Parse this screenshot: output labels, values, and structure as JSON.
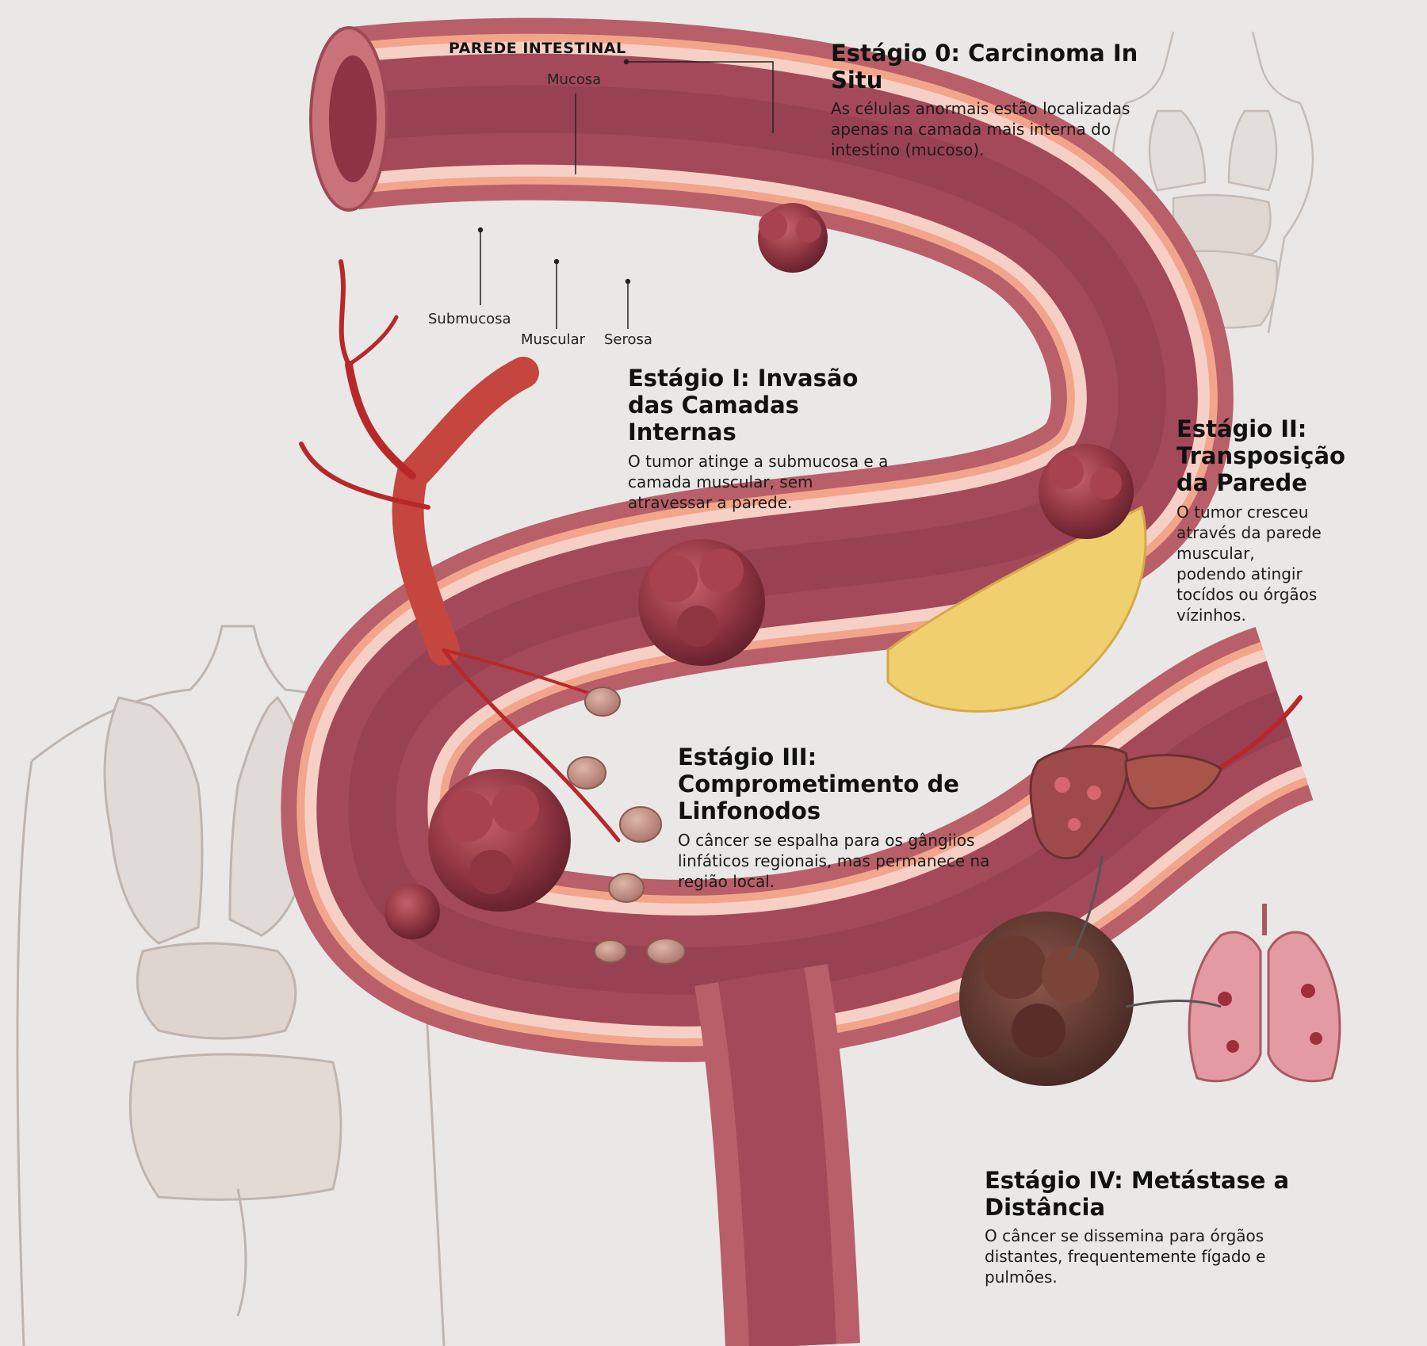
{
  "wall_diagram": {
    "title": "PAREDE INTESTINAL",
    "layers": {
      "mucosa": "Mucosa",
      "submucosa": "Submucosa",
      "muscular": "Muscular",
      "serosa": "Serosa"
    }
  },
  "stages": [
    {
      "title": "Estágio 0: Carcinoma In Situ",
      "description": "As células anormais estão localizadas apenas na camada mais interna do intestino (mucoso)."
    },
    {
      "title": "Estágio I: Invasão das Camadas Internas",
      "description": "O tumor atinge a submucosa e a camada muscular, sem atravessar a parede."
    },
    {
      "title": "Estágio II: Transposição da Parede",
      "description": "O tumor cresceu através da parede muscular, podendo atingir tocídos ou órgãos vízinhos."
    },
    {
      "title": "Estágio III: Comprometimento de Linfonodos",
      "description": "O câncer se espalha para os gângiios linfáticos regionais, mas permanece na região local."
    },
    {
      "title": "Estágio IV: Metástase a Distância",
      "description": "O câncer se dissemina para órgãos distantes, frequentemente fígado e pulmões."
    }
  ],
  "colors": {
    "background": "#e9e8e6",
    "outer_wall": "#c8727a",
    "lumen": "#a4495a",
    "muscular_band": "#f2a58a",
    "tumor": "#8c3540",
    "fat": "#f0cf6e",
    "vessel": "#b8282a",
    "sketch_line": "#b8aaa2"
  }
}
